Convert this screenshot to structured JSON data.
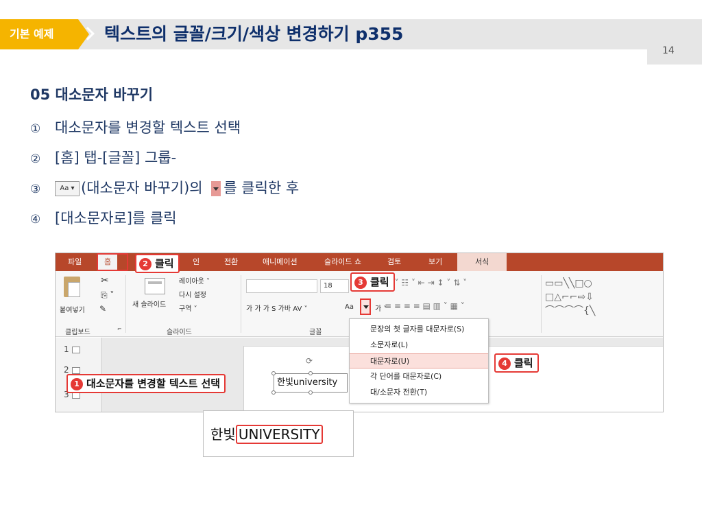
{
  "header": {
    "tag_label": "기본 예제",
    "title": "텍스트의 글꼴/크기/색상 변경하기 p355",
    "page_number": "14"
  },
  "content": {
    "heading": "05 대소문자 바꾸기",
    "steps": [
      {
        "num": "①",
        "text": "대소문자를 변경할 텍스트 선택"
      },
      {
        "num": "②",
        "text": "[홈] 탭-[글꼴] 그룹-"
      },
      {
        "num": "③",
        "text_before": "(대소문자 바꾸기)의 ",
        "text_after": "를 클릭한 후",
        "icon_label": "Aa ▾"
      },
      {
        "num": "④",
        "text": "[대소문자로]를 클릭"
      }
    ]
  },
  "ribbon": {
    "tabs": [
      "파일",
      "홈",
      "인",
      "전환",
      "애니메이션",
      "슬라이드 쇼",
      "검토",
      "보기",
      "서식"
    ],
    "clipboard": {
      "paste": "붙여넣기",
      "group": "클립보드"
    },
    "slides": {
      "new_slide": "새 슬라이드",
      "layout": "레이아웃 ˅",
      "reset": "다시 설정",
      "section": "구역 ˅",
      "group": "슬라이드"
    },
    "font": {
      "size": "18",
      "format_row": "가  가  가  S  가바  AV ˅",
      "change_case": "Aa",
      "font_color": "가 ˅",
      "group": "글꼴"
    }
  },
  "menu": {
    "items": [
      "문장의 첫 글자를 대문자로(S)",
      "소문자로(L)",
      "대문자로(U)",
      "각 단어를 대문자로(C)",
      "대/소문자 전환(T)"
    ],
    "highlighted_index": 2
  },
  "slide": {
    "thumb_numbers": [
      "1",
      "2",
      "3"
    ],
    "textbox_text": "한빛university"
  },
  "callouts": {
    "c1": {
      "badge": "1",
      "text": "대소문자를 변경할 텍스트 선택"
    },
    "c2": {
      "badge": "2",
      "text": "클릭"
    },
    "c3": {
      "badge": "3",
      "text": "클릭"
    },
    "c4": {
      "badge": "4",
      "text": "클릭"
    }
  },
  "result": {
    "prefix": "한빛",
    "highlighted": "UNIVERSITY"
  },
  "colors": {
    "tag": "#f5b400",
    "title": "#0e2f6b",
    "body_text": "#1f3864",
    "ribbon_tab_bar": "#b7472a",
    "callout_red": "#e53935"
  }
}
